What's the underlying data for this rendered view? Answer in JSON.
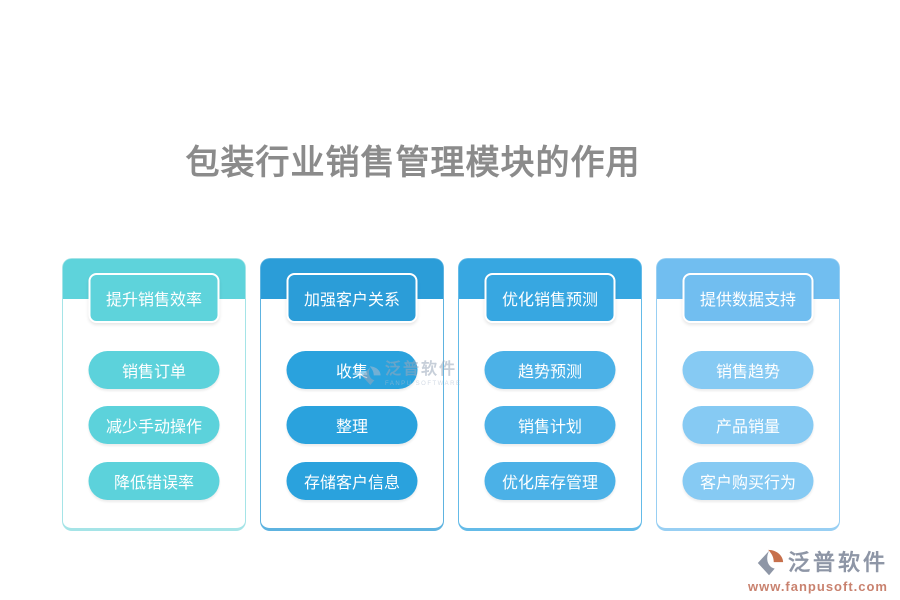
{
  "title": {
    "text": "包装行业销售管理模块的作用",
    "color": "#8b8b8b"
  },
  "cards": [
    {
      "header": "提升销售效率",
      "items": [
        "销售订单",
        "减少手动操作",
        "降低错误率"
      ],
      "colors": {
        "band": "#5ed3db",
        "pill": "#5cd2db",
        "border": "#a5e4e7"
      }
    },
    {
      "header": "加强客户关系",
      "items": [
        "收集",
        "整理",
        "存储客户信息"
      ],
      "colors": {
        "band": "#2b9dd8",
        "pill": "#2aa2dd",
        "border": "#5eb3e0"
      }
    },
    {
      "header": "优化销售预测",
      "items": [
        "趋势预测",
        "销售计划",
        "优化库存管理"
      ],
      "colors": {
        "band": "#37a7e1",
        "pill": "#4bb1e7",
        "border": "#64bbe8"
      }
    },
    {
      "header": "提供数据支持",
      "items": [
        "销售趋势",
        "产品销量",
        "客户购买行为"
      ],
      "colors": {
        "band": "#71bef0",
        "pill": "#86caf3",
        "border": "#98cff3"
      }
    }
  ],
  "watermark": {
    "brand": "泛普软件",
    "caption": "FANPU SOFTWARE"
  },
  "footer_logo": {
    "brand": "泛普软件",
    "url": "www.fanpusoft.com",
    "colors": {
      "brand": "#8e96a6",
      "url": "#c9826f",
      "icon_gray": "#8e96a6",
      "icon_orange": "#c7704c"
    }
  }
}
